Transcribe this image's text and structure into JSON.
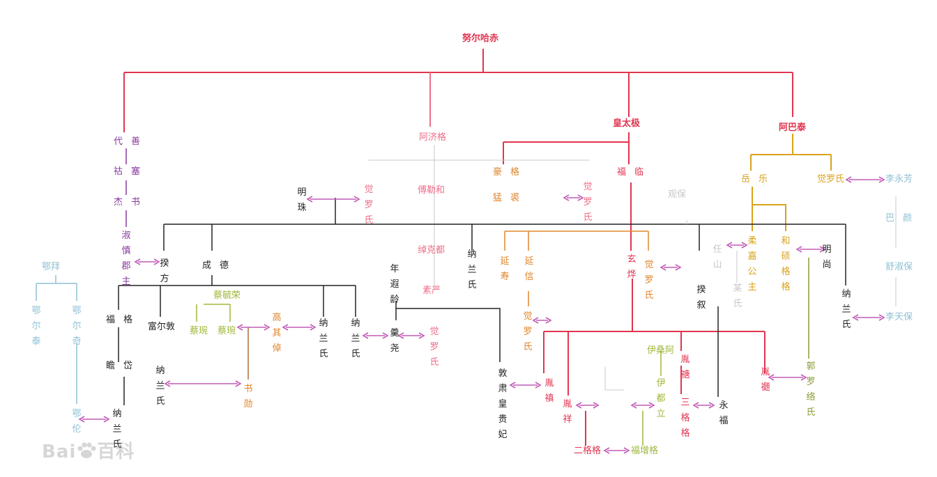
{
  "colors": {
    "red": "#e0354f",
    "pink": "#ef6d88",
    "purple": "#8a3a9e",
    "orange": "#e0852c",
    "amber": "#d9a21b",
    "green": "#9fb83a",
    "olive": "#8b9a38",
    "salmon": "#ef8b84",
    "black": "#222222",
    "lightblue": "#8fc1d4",
    "grey": "#c8c8c8",
    "magenta": "#c25bb6",
    "brown": "#b06a3a"
  },
  "people": {
    "nurhaci": "努尔哈赤",
    "daishan": "代善",
    "azige": "阿济格",
    "hongtaiji": "皇太极",
    "abatai": "阿巴泰",
    "hushai": "祜塞",
    "jieshu": "杰书",
    "shushenjunzhu": "淑慎郡主",
    "mingzhu": "明珠",
    "jueluo1": "觉罗氏",
    "fulehe": "傅勒和",
    "xikexi": "绰克都",
    "suyan": "素严",
    "xiaoge": "豪格",
    "mengkui": "猛裘",
    "jueluo2": "觉罗氏",
    "fulin": "福临",
    "yuele": "岳乐",
    "jueluo3": "觉罗氏",
    "lilai": "李永芳",
    "bajing": "巴颜",
    "lizhuoguo": "舒淑保",
    "litianbao": "李天保",
    "kuifang": "揆方",
    "chengde": "成德",
    "nalan1": "纳兰氏",
    "yanshou": "延寿",
    "yanxin": "延信",
    "xuanye": "玄烨",
    "jueluo4": "觉罗氏",
    "rouji": "柔嘉公主",
    "hesuogege": "和硕格格",
    "mingshang": "明尚",
    "kuixu": "揆叙",
    "nalan2": "纳兰氏",
    "guanbao": "观保",
    "renshan": "任山",
    "zhongshi": "某氏",
    "ebai": "鄂拜",
    "eertai": "鄂尔泰",
    "eerqi": "鄂尔奇",
    "elun": "鄂伦",
    "fuge": "福格",
    "ruidai": "瞻岱",
    "nalan3": "纳兰氏",
    "fuerdun": "富尔敦",
    "nalan4": "纳兰氏",
    "cailiyong": "蔡毓荣",
    "caiban": "蔡琬",
    "caiwan": "蔡琬",
    "gaoqiwei": "高其倬",
    "shuxun": "书勋",
    "nalan5": "纳兰氏",
    "nalan6": "纳兰氏",
    "nianxialing": "年遐龄",
    "gengyao": "羹尧",
    "jueluo5": "觉罗氏",
    "dunsu": "敦肃皇贵妃",
    "jueluo6": "觉罗氏",
    "yinzhen": "胤禛",
    "yinxiang": "胤祥",
    "yisanga": "伊桑阿",
    "yidouli": "伊都立",
    "yintang": "胤禟",
    "sangege": "三格格",
    "yongfu": "永福",
    "yinti": "胤禵",
    "guoluo": "郭罗络氏",
    "ergege": "二格格",
    "fuzengge": "福增格"
  }
}
